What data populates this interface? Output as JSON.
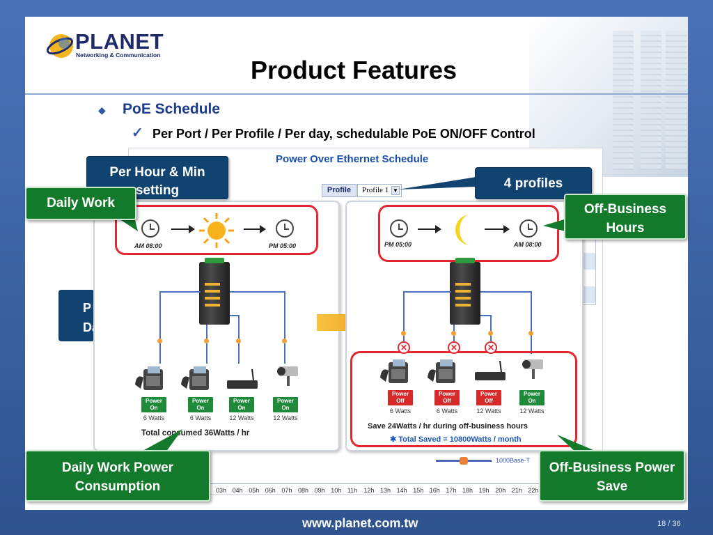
{
  "brand": {
    "name": "PLANET",
    "tagline": "Networking & Communication",
    "colors": {
      "navy": "#1f2a6b",
      "green": "#137a2c",
      "blue_callout": "#10436f",
      "red": "#e3262f"
    }
  },
  "slide": {
    "title": "Product Features",
    "bullet_1": "PoE Schedule",
    "bullet_2": "Per Port / Per Profile / Per day, schedulable PoE ON/OFF Control",
    "footer_url": "www.planet.com.tw",
    "page_number": "18 / 36"
  },
  "screenshot": {
    "title": "Power Over Ethernet Schedule",
    "profile_label": "Profile",
    "profile_value": "Profile 1",
    "legend_text": "1000Base-T",
    "hours": [
      "03h",
      "04h",
      "05h",
      "06h",
      "07h",
      "08h",
      "09h",
      "10h",
      "11h",
      "12h",
      "13h",
      "14h",
      "15h",
      "16h",
      "17h",
      "18h",
      "19h",
      "20h",
      "21h",
      "22h"
    ]
  },
  "left_panel": {
    "start_time": "AM 08:00",
    "end_time": "PM 05:00",
    "devices": [
      {
        "status": "Power On",
        "watts": "6 Watts"
      },
      {
        "status": "Power On",
        "watts": "6 Watts"
      },
      {
        "status": "Power On",
        "watts": "12 Watts"
      },
      {
        "status": "Power On",
        "watts": "12 Watts"
      }
    ],
    "summary": "Total consumed 36Watts / hr"
  },
  "right_panel": {
    "start_time": "PM 05:00",
    "end_time": "AM 08:00",
    "devices": [
      {
        "status": "Power Off",
        "watts": "6 Watts"
      },
      {
        "status": "Power Off",
        "watts": "6 Watts"
      },
      {
        "status": "Power Off",
        "watts": "12 Watts"
      },
      {
        "status": "Power On",
        "watts": "12 Watts"
      }
    ],
    "summary": "Save 24Watts / hr during off-business hours",
    "total_saved": "✱ Total Saved = 10800Watts / month"
  },
  "callouts": {
    "per_hour": "Per Hour & Min setting",
    "four_profiles": "4 profiles",
    "daily_work": "Daily Work",
    "off_business_hours": "Off-Business Hours",
    "daily_power": "Daily Work Power Consumption",
    "off_business_save": "Off-Business Power Save",
    "hidden_panel": "P Da"
  },
  "icons": [
    "clock-icon",
    "sun-icon",
    "moon-icon",
    "switch-icon",
    "ip-phone-icon",
    "wireless-router-icon",
    "ip-camera-icon",
    "arrow-icon",
    "x-mark-icon"
  ]
}
